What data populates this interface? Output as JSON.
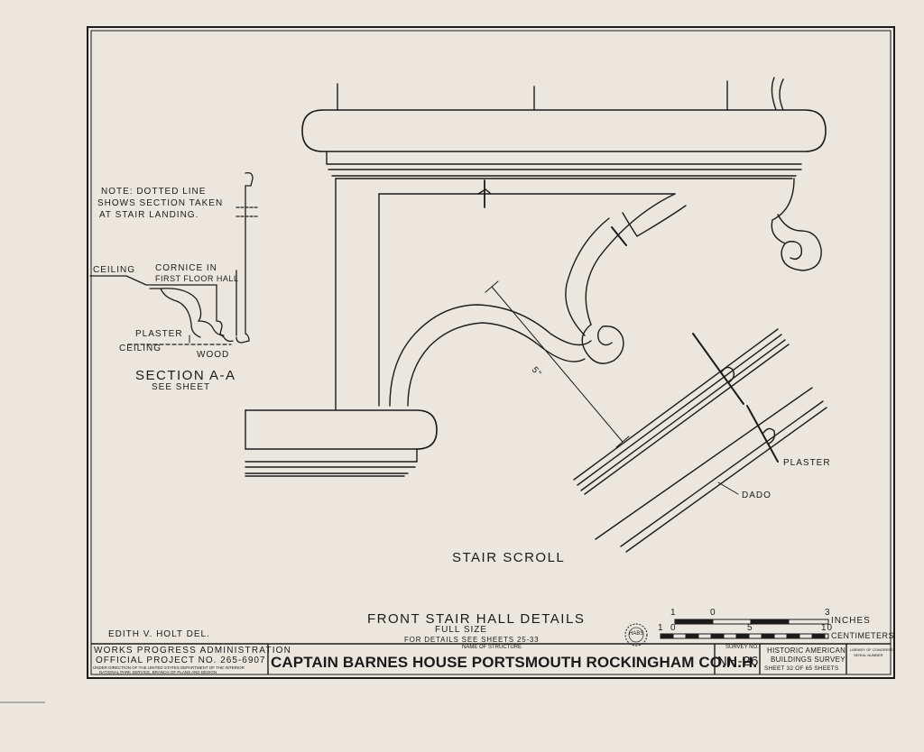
{
  "detail": {
    "note_lines": [
      "NOTE: DOTTED LINE",
      "SHOWS SECTION TAKEN",
      "AT STAIR LANDING."
    ],
    "labels": {
      "ceiling_upper": "CEILING",
      "cornice_line1": "CORNICE IN",
      "cornice_line2": "FIRST FLOOR HALL",
      "plaster_left": "PLASTER",
      "ceiling_lower": "CEILING",
      "wood": "WOOD",
      "section_title": "SECTION A-A",
      "section_sub": "SEE SHEET",
      "dim_mark": "5\"",
      "plaster_right": "PLASTER",
      "dado": "DADO",
      "stair_scroll": "STAIR SCROLL"
    }
  },
  "sheet_title": {
    "title": "FRONT STAIR HALL DETAILS",
    "scale_note": "FULL SIZE",
    "details_ref": "FOR DETAILS SEE SHEETS 25-33",
    "delineator": "EDITH V. HOLT DEL."
  },
  "scale_bar": {
    "inch_ticks": [
      "1",
      "0",
      "3"
    ],
    "inch_unit": "INCHES",
    "cm_ticks": [
      "1",
      "0",
      "5",
      "10"
    ],
    "cm_unit": "CENTIMETERS"
  },
  "title_block": {
    "wpa_line1": "WORKS PROGRESS ADMINISTRATION",
    "wpa_line2": "OFFICIAL PROJECT NO. 265-6907",
    "wpa_line3": "UNDER DIRECTION OF THE UNITED STATES DEPARTMENT OF THE INTERIOR",
    "wpa_line4": "NATIONAL PARK SERVICE, BRANCH OF PLANS AND DESIGN",
    "structure_caption": "NAME OF STRUCTURE",
    "structure_name": "CAPTAIN BARNES HOUSE PORTSMOUTH ROCKINGHAM CO.N.H.",
    "survey_caption": "SURVEY NO.",
    "survey_no": "NH-26",
    "habs_line1": "HISTORIC AMERICAN",
    "habs_line2": "BUILDINGS SURVEY",
    "sheet_count": "SHEET 32 OF 65 SHEETS",
    "loc_line1": "LIBRARY OF CONGRESS",
    "loc_line2": "SERIAL NUMBER"
  },
  "stamp": {
    "text": "HABS"
  },
  "colors": {
    "paper": "#ebe7df",
    "ink": "#1b1b1b"
  }
}
